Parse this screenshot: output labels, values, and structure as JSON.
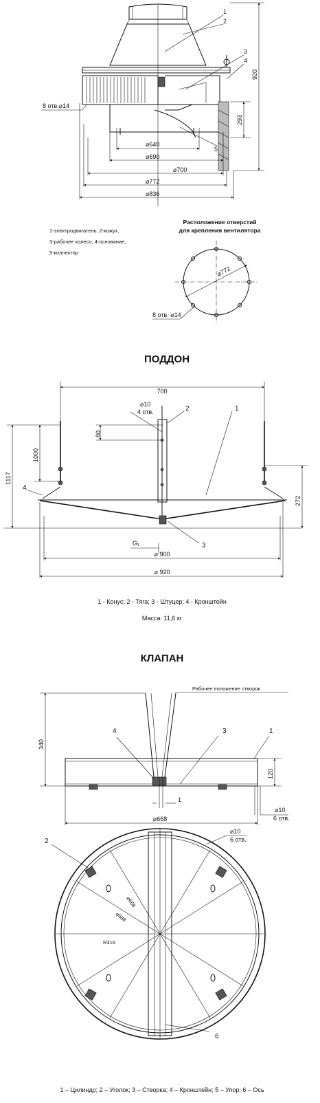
{
  "fan": {
    "labels": [
      "1",
      "2",
      "3",
      "4",
      "5"
    ],
    "holes": "8 отв.⌀14",
    "height_total": "920",
    "height_base": "293",
    "dims": [
      "⌀640",
      "⌀690",
      "⌀700",
      "⌀772",
      "⌀836"
    ],
    "legend_1": "1-электродвигатель, 2-кожух,",
    "legend_2": "3-рабочее колесо, 4-основание,",
    "legend_3": "5-коллектор",
    "holes_title_1": "Расположение отверстий",
    "holes_title_2": "для крепления вентилятора",
    "holes_diameter": "⌀772",
    "holes_note": "8 отв. ⌀14"
  },
  "pan": {
    "title": "ПОДДОН",
    "dim_width": "700",
    "hole_dia": "⌀10",
    "hole_count": "4 отв.",
    "dim_80": "80",
    "dim_1000": "1000",
    "dim_1117": "1117",
    "dim_272": "272",
    "g1": "G₁",
    "dim_900": "⌀ 900",
    "dim_920": "⌀ 920",
    "labels": [
      "1",
      "2",
      "3",
      "4"
    ],
    "legend": "1 - Конус; 2 - Тяга; 3 - Штуцер; 4 - Кронштейн",
    "mass": "Масса: 11,6 кг"
  },
  "valve": {
    "title": "КЛАПАН",
    "work_position": "Рабочее положение створок",
    "labels": [
      "1",
      "2",
      "3",
      "4",
      "6"
    ],
    "dim_340": "340",
    "dim_120": "120",
    "dim_1": "1",
    "dim_668": "⌀668",
    "hole_dia": "⌀10",
    "hole_count": "6 отв.",
    "plan_668": "⌀668",
    "plan_688": "⌀688",
    "plan_r316": "R316",
    "legend": "1 – Цилиндр; 2 – Уголок; 3 – Створка; 4 – Кронштейн; 5 – Упор;  6 – Ось"
  }
}
